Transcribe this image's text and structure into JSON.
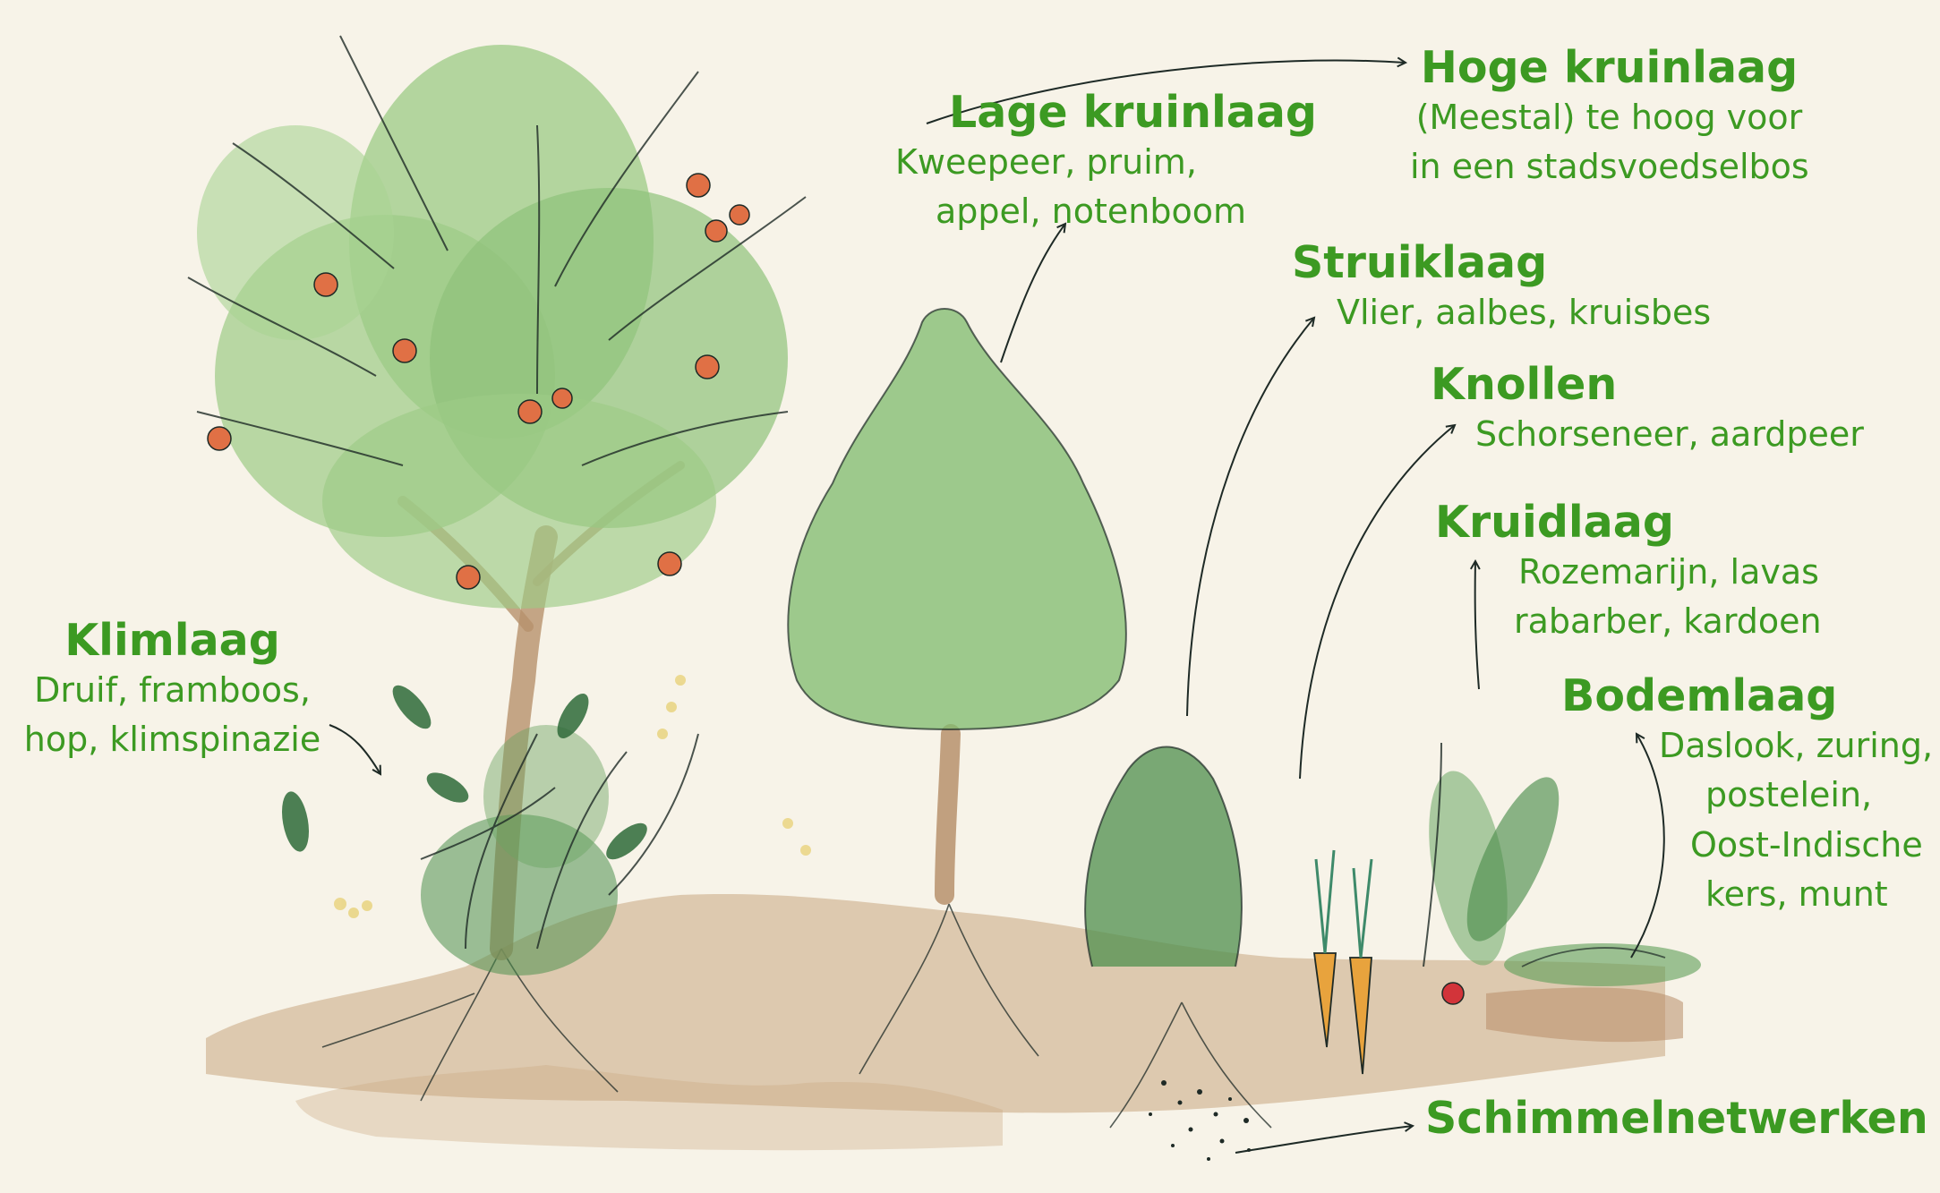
{
  "layers": {
    "hoge_kruinlaag": {
      "title": "Hoge kruinlaag",
      "lines": [
        "(Meestal) te hoog voor",
        "in een stadsvoedselbos"
      ]
    },
    "lage_kruinlaag": {
      "title": "Lage kruinlaag",
      "lines": [
        "Kweepeer, pruim,",
        "appel, notenboom"
      ]
    },
    "struiklaag": {
      "title": "Struiklaag",
      "lines": [
        "Vlier, aalbes, kruisbes"
      ]
    },
    "knollen": {
      "title": "Knollen",
      "lines": [
        "Schorseneer, aardpeer"
      ]
    },
    "kruidlaag": {
      "title": "Kruidlaag",
      "lines": [
        "Rozemarijn, lavas",
        "rabarber, kardoen"
      ]
    },
    "bodemlaag": {
      "title": "Bodemlaag",
      "lines": [
        "Daslook, zuring,",
        "postelein,",
        "Oost-Indische",
        "kers, munt"
      ]
    },
    "klimlaag": {
      "title": "Klimlaag",
      "lines": [
        "Druif, framboos,",
        "hop, klimspinazie"
      ]
    },
    "schimmelnetwerken": {
      "title": "Schimmelnetwerken"
    }
  },
  "colors": {
    "label_green": "#3c9a22",
    "background": "#f7f3e8",
    "soil": "#c9a57f",
    "foliage_light": "#9ccb86",
    "foliage_dark": "#2f6b3a",
    "trunk": "#b7916c",
    "fruit": "#e07045",
    "ink": "#1e2a26"
  }
}
